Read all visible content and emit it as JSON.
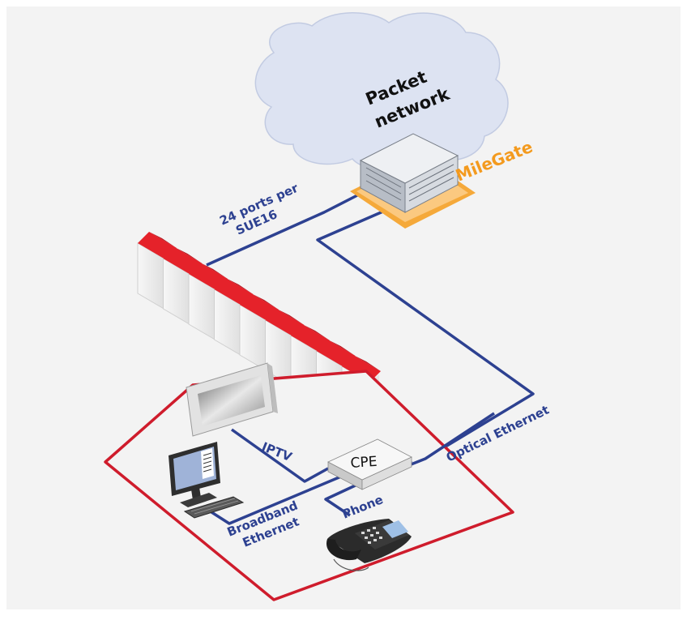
{
  "labels": {
    "cloud": [
      "Packet",
      "network"
    ],
    "milegate": "MileGate",
    "ports": [
      "24 ports per",
      "SUE16"
    ],
    "iptv": "IPTV",
    "cpe": "CPE",
    "optical": "Optical Ethernet",
    "phone": "Phone",
    "broadband": [
      "Broadband",
      "Ethernet"
    ]
  },
  "colors": {
    "background": "#f3f3f3",
    "line": "#2d4191",
    "accent": "#f39a1e",
    "house_outline": "#cf1c2c",
    "roof": "#e5222a",
    "cloud_fill": "#dde3f2"
  }
}
